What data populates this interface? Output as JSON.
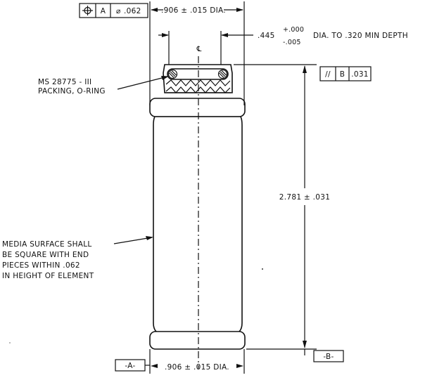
{
  "position_frame": {
    "symbol": "⊕",
    "datum": "A",
    "diameter_symbol": "⌀",
    "tolerance": ".062"
  },
  "top_dimension": ".906 ± .015 DIA.",
  "bore_dimension": {
    "nominal": ".445",
    "upper": "+.000",
    "lower": "-.005",
    "suffix": "DIA. TO .320 MIN DEPTH"
  },
  "centerline_symbol": "℄",
  "packing_callout": {
    "line1": "MS 28775 - III",
    "line2": "PACKING, O-RING"
  },
  "parallel_frame": {
    "symbol": "//",
    "datum": "B",
    "tolerance": ".031"
  },
  "height_dimension": "2.781 ± .031",
  "media_note": {
    "line1": "MEDIA SURFACE SHALL",
    "line2": "BE SQUARE WITH END",
    "line3": "PIECES WITHIN .062",
    "line4": "IN HEIGHT OF ELEMENT"
  },
  "datum_a": "-A-",
  "datum_b": "-B-",
  "bottom_dimension": ".906 ± .015 DIA."
}
